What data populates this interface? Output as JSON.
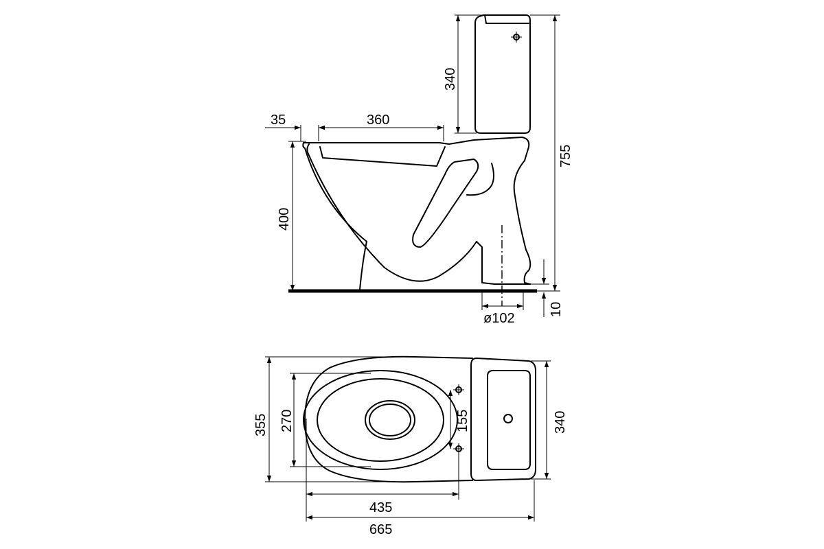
{
  "side_view": {
    "labels": {
      "seat_offset": "35",
      "seat_depth": "360",
      "cistern_height": "340",
      "total_height": "755",
      "seat_height": "400",
      "outlet_diameter": "ø102",
      "outlet_clearance": "10"
    }
  },
  "top_view": {
    "labels": {
      "overall_width": "355",
      "seat_width": "270",
      "fixing_spacing": "155",
      "cistern_width": "340",
      "front_to_fixing": "435",
      "overall_length": "665"
    }
  },
  "colors": {
    "line": "#000000",
    "background": "#ffffff"
  }
}
